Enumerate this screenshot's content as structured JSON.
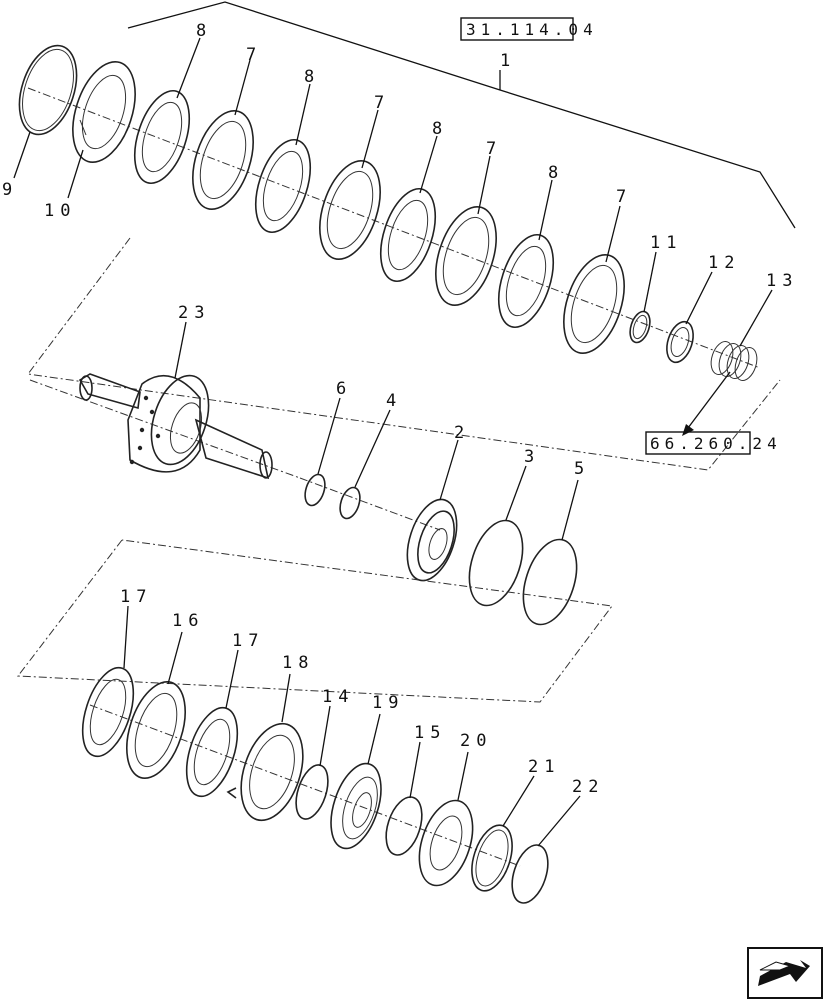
{
  "refs": {
    "top_ref": "31.114.04",
    "mid_ref": "66.260.24"
  },
  "labels": {
    "l1": "1",
    "l2": "2",
    "l3": "3",
    "l4": "4",
    "l5": "5",
    "l6": "6",
    "l7": "7",
    "l8": "8",
    "l9": "9",
    "l10": "10",
    "l11": "11",
    "l12": "12",
    "l13": "13",
    "l14": "14",
    "l15": "15",
    "l16": "16",
    "l17": "17",
    "l18": "18",
    "l19": "19",
    "l20": "20",
    "l21": "21",
    "l22": "22",
    "l23": "23"
  },
  "nav_icon": "arrow-navigation-icon"
}
